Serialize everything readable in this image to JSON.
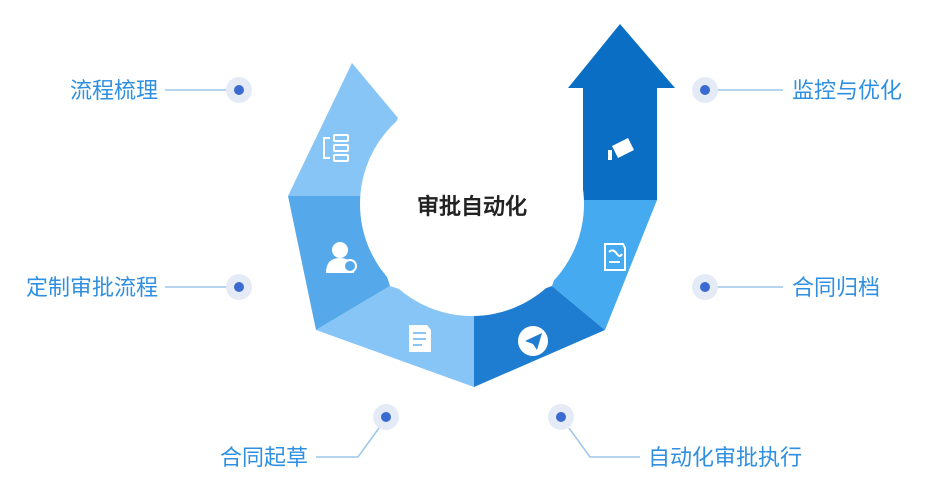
{
  "center": {
    "title": "审批自动化"
  },
  "colors": {
    "label": "#2f8fe0",
    "center_text": "#222222",
    "leader": "#9fc6ea",
    "dot": "#3a6bd0",
    "dot_halo": "#e4ebf7"
  },
  "steps": [
    {
      "label": "流程梳理",
      "icon": "flow-arrows-icon",
      "color": "#86c5f5"
    },
    {
      "label": "定制审批流程",
      "icon": "user-settings-icon",
      "color": "#55a9ea"
    },
    {
      "label": "合同起草",
      "icon": "document-draft-icon",
      "color": "#86c5f5"
    },
    {
      "label": "自动化审批执行",
      "icon": "paper-plane-icon",
      "color": "#1e7dd0"
    },
    {
      "label": "合同归档",
      "icon": "archive-document-icon",
      "color": "#45aaf0"
    },
    {
      "label": "监控与优化",
      "icon": "surveillance-camera-icon",
      "color": "#0a6fc4"
    }
  ]
}
